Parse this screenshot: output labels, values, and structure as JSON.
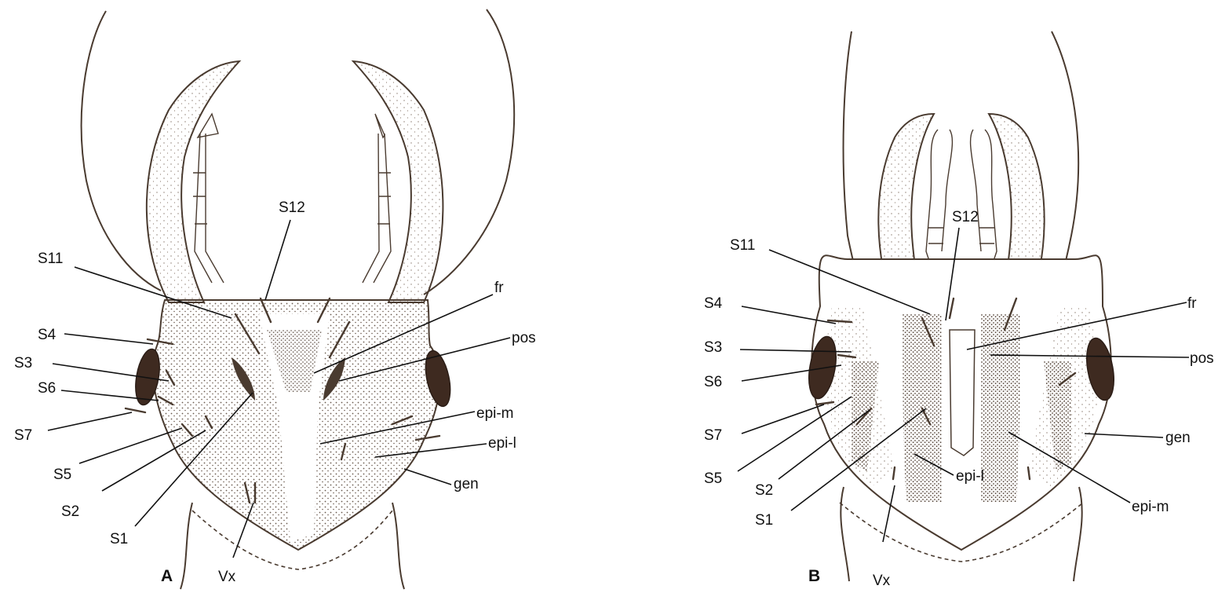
{
  "figure": {
    "panels": [
      {
        "id": "A",
        "label": "A",
        "structures": {
          "S12": "S12",
          "S11": "S11",
          "fr": "fr",
          "pos": "pos",
          "S4": "S4",
          "S3": "S3",
          "S6": "S6",
          "S7": "S7",
          "epi_m": "epi-m",
          "epi_l": "epi-l",
          "gen": "gen",
          "S5": "S5",
          "S2": "S2",
          "S1": "S1",
          "Vx": "Vx"
        }
      },
      {
        "id": "B",
        "label": "B",
        "structures": {
          "S12": "S12",
          "S11": "S11",
          "fr": "fr",
          "S4": "S4",
          "pos": "pos",
          "S3": "S3",
          "S6": "S6",
          "S7": "S7",
          "gen": "gen",
          "S5": "S5",
          "S2": "S2",
          "epi_l": "epi-l",
          "S1": "S1",
          "epi_m": "epi-m",
          "Vx": "Vx"
        }
      }
    ],
    "colors": {
      "ink": "#4a3b30",
      "eye": "#3e2a20",
      "stipple": "#6b5a4e",
      "background": "#ffffff"
    }
  }
}
